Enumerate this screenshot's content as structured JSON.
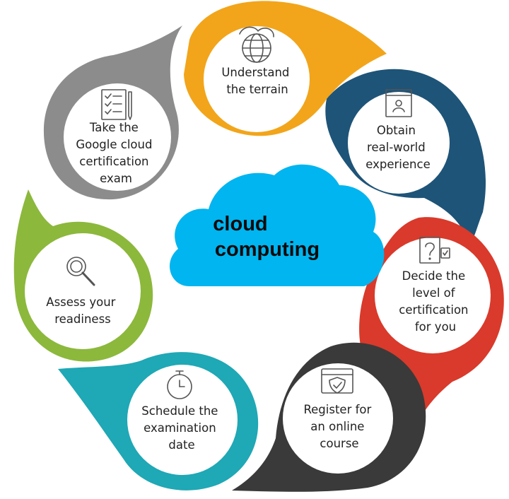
{
  "center": {
    "lines": [
      "cloud",
      "computing"
    ],
    "color": "#00B5F0"
  },
  "steps": [
    {
      "id": "understand-terrain",
      "lines": [
        "Understand",
        "the terrain"
      ],
      "icon": "globe-icon",
      "color": "#F2A51A"
    },
    {
      "id": "obtain-experience",
      "lines": [
        "Obtain",
        "real-world",
        "experience"
      ],
      "icon": "certificate-icon",
      "color": "#1E5478"
    },
    {
      "id": "decide-level",
      "lines": [
        "Decide the",
        "level of",
        "certification",
        "for you"
      ],
      "icon": "question-document-icon",
      "color": "#D93A2B"
    },
    {
      "id": "register-course",
      "lines": [
        "Register for",
        "an online",
        "course"
      ],
      "icon": "shield-browser-icon",
      "color": "#3A3A3A"
    },
    {
      "id": "schedule-exam",
      "lines": [
        "Schedule the",
        "examination",
        "date"
      ],
      "icon": "stopwatch-icon",
      "color": "#1FA8B5"
    },
    {
      "id": "assess-readiness",
      "lines": [
        "Assess your",
        "readiness"
      ],
      "icon": "magnifier-icon",
      "color": "#8CB83C"
    },
    {
      "id": "take-exam",
      "lines": [
        "Take the",
        "Google cloud",
        "certification",
        "exam"
      ],
      "icon": "checklist-icon",
      "color": "#8C8C8C"
    }
  ]
}
